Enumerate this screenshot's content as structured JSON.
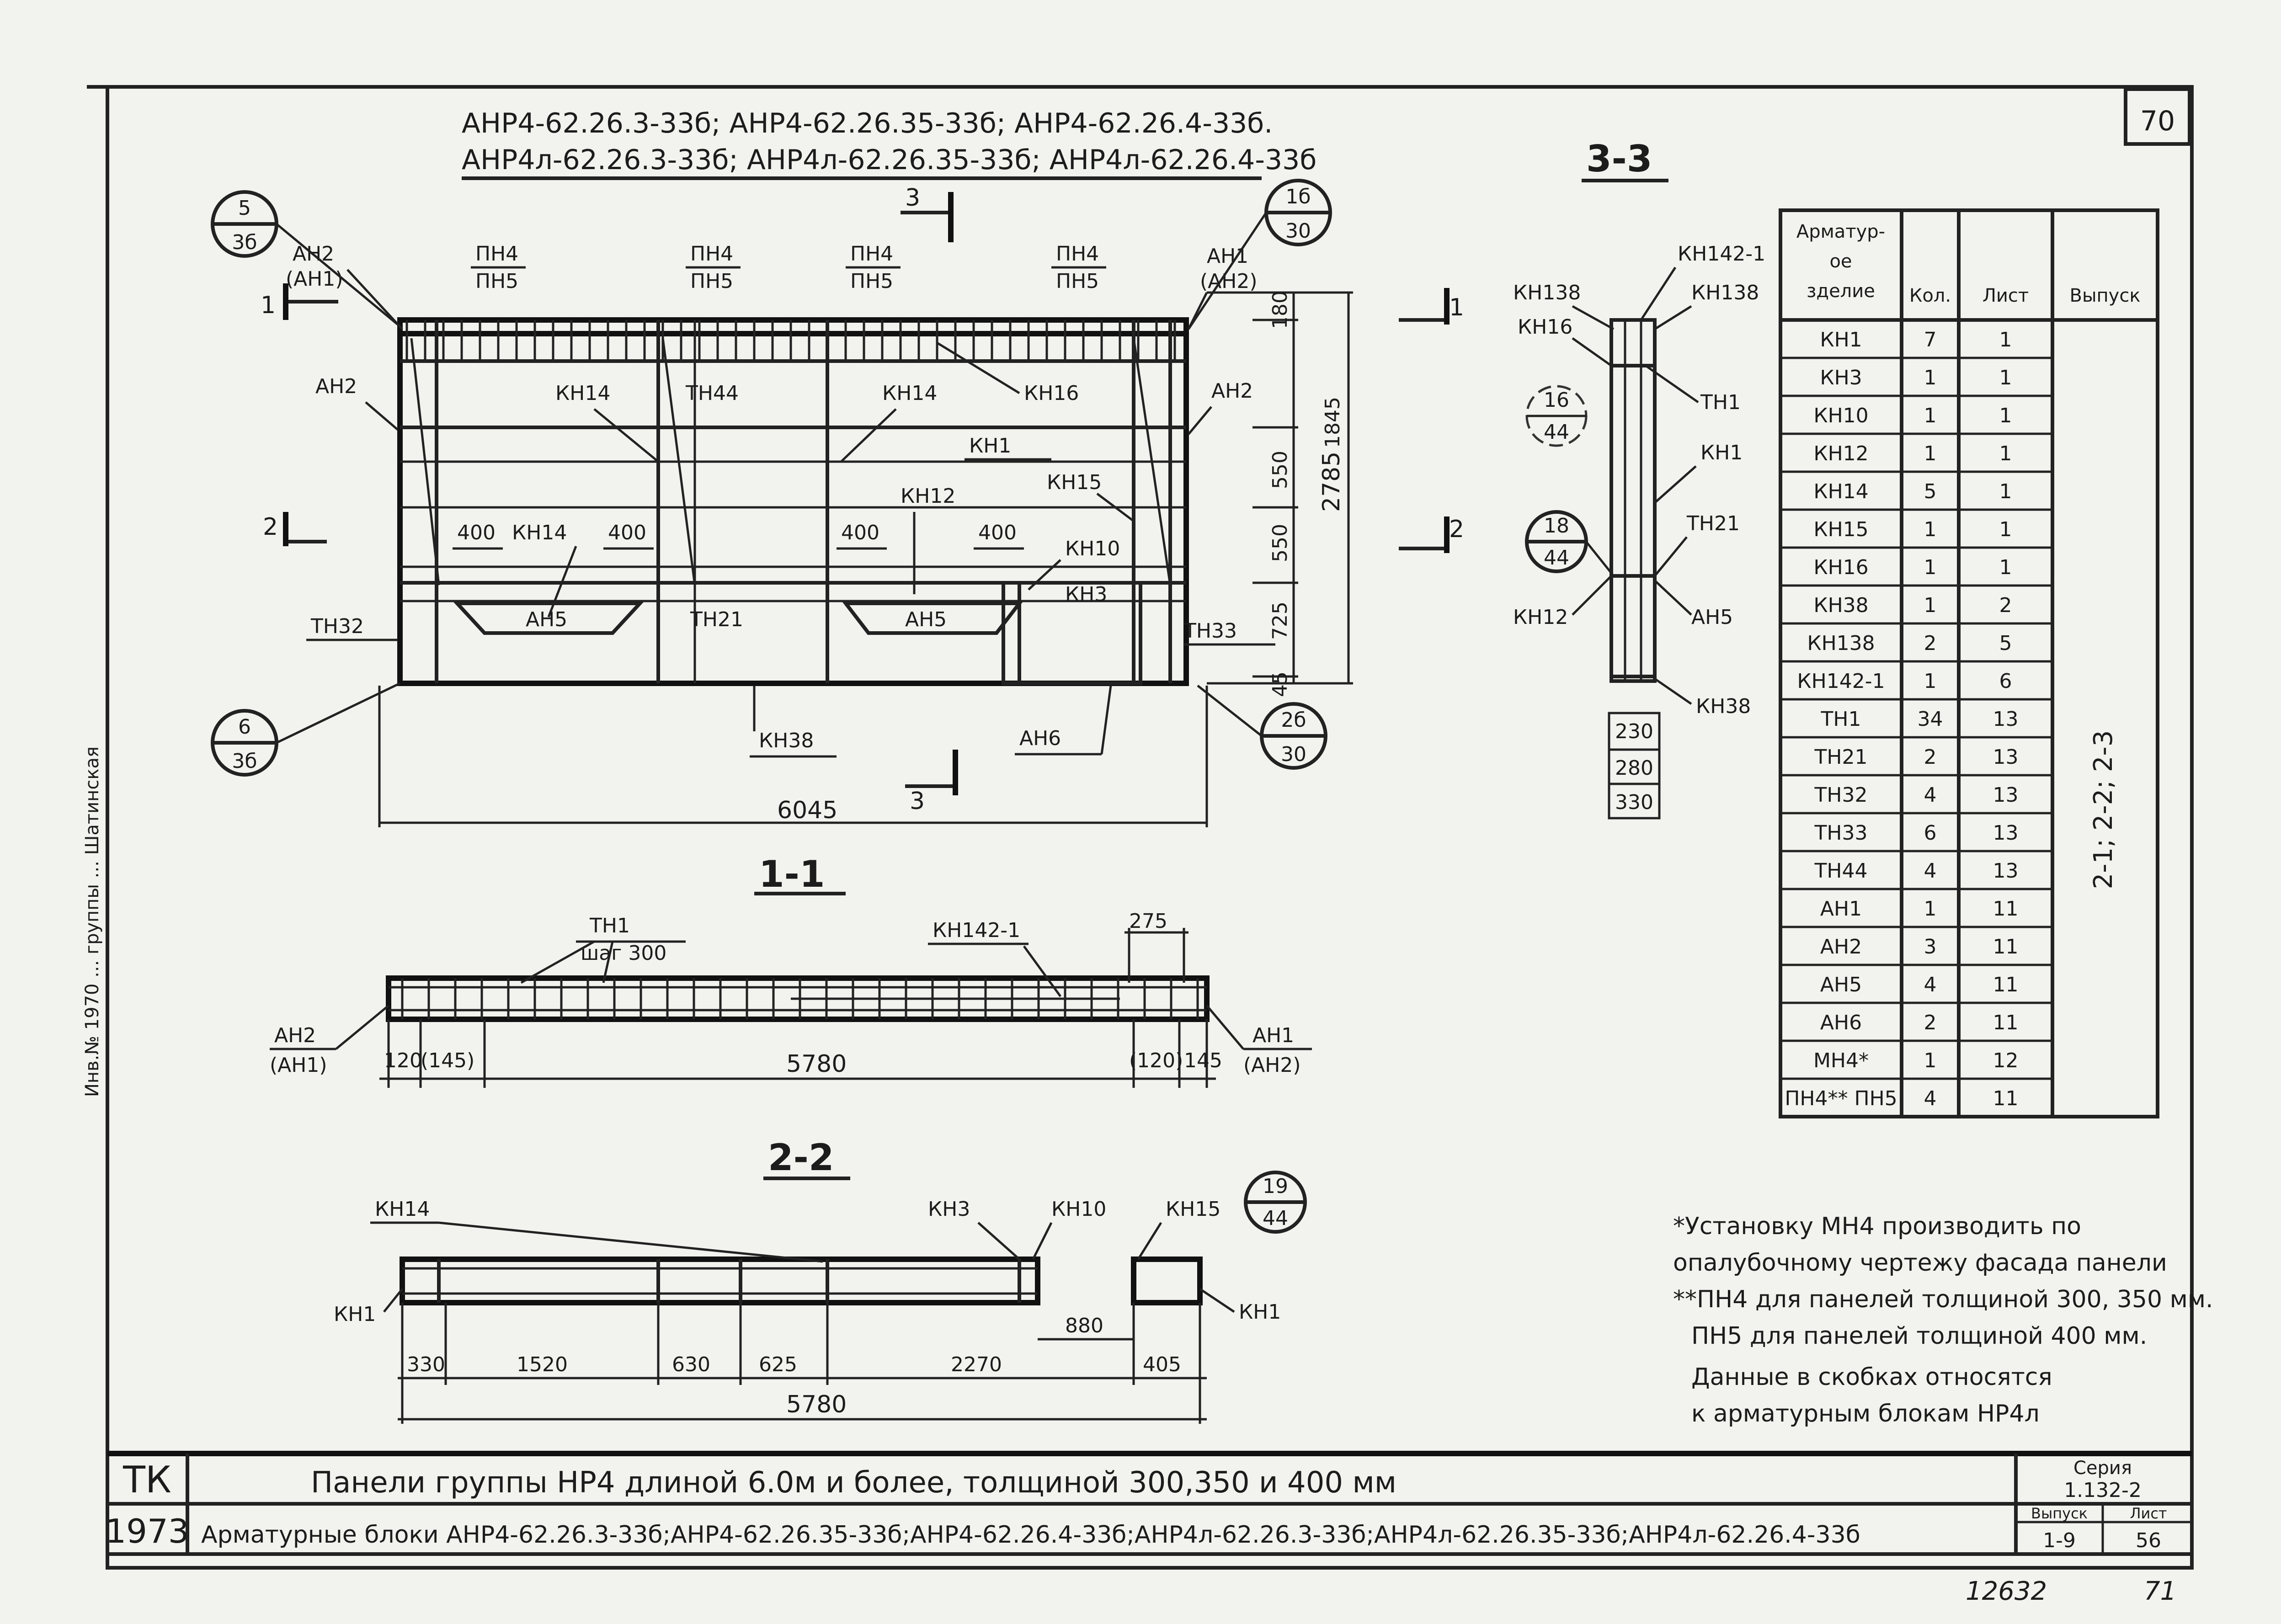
{
  "sheet_number": "70",
  "header": {
    "line1": "АНР4-62.26.3-33б;  АНР4-62.26.35-33б;  АНР4-62.26.4-33б.",
    "line2": "АНР4л-62.26.3-33б;  АНР4л-62.26.35-33б;  АНР4л-62.26.4-33б"
  },
  "sections": {
    "s33": "3-3",
    "s11": "1-1",
    "s22": "2-2"
  },
  "section_marks": {
    "m3": "3",
    "m1": "1",
    "m2": "2"
  },
  "callouts": [
    {
      "top": "5",
      "bottom": "3б"
    },
    {
      "top": "1б",
      "bottom": "30"
    },
    {
      "top": "6",
      "bottom": "3б"
    },
    {
      "top": "2б",
      "bottom": "30"
    },
    {
      "top": "16",
      "bottom": "44"
    },
    {
      "top": "18",
      "bottom": "44"
    },
    {
      "top": "19",
      "bottom": "44"
    }
  ],
  "elevation": {
    "labels": {
      "ah2_ah1": "АН2",
      "ah1_paren": "(АН1)",
      "ah1": "АН1",
      "ah2_paren": "(АН2)",
      "pn4": "ПН4",
      "pn5": "ПН5",
      "ah2_b": "АН2",
      "kn14": "КН14",
      "tn44": "ТН44",
      "kn16": "КН16",
      "kn1": "КН1",
      "kn15": "КН15",
      "kn12": "КН12",
      "kn10": "КН10",
      "kn3": "КН3",
      "ah5": "АН5",
      "tn21": "ТН21",
      "tn32": "ТН32",
      "tn33": "ТН33",
      "kn38": "КН38",
      "ah6": "АН6",
      "ah2_c": "АН2",
      "d400": "400"
    },
    "dims": {
      "d180": "180",
      "d550a": "550",
      "d550b": "550",
      "d725": "725",
      "d45": "45",
      "d1845": "1845",
      "d2785": "2785",
      "d6045": "6045"
    }
  },
  "section33": {
    "labels": {
      "kn142": "КН142-1",
      "kn138": "КН138",
      "kn138b": "КН138",
      "kn16": "КН16",
      "tn1": "ТН1",
      "kn1": "КН1",
      "tn21": "ТН21",
      "kn12": "КН12",
      "ah5": "АН5",
      "kn38": "КН38"
    },
    "dims": {
      "d230": "230",
      "d280": "280",
      "d330": "330"
    }
  },
  "section11": {
    "labels": {
      "tn1": "ТН1",
      "step": "шаг 300",
      "kn142": "КН142-1",
      "ah2": "АН2",
      "ah1p": "(АН1)",
      "ah1": "АН1",
      "ah2p": "(АН2)"
    },
    "dims": {
      "d275": "275",
      "d120": "120",
      "d145": "(145)",
      "d5780": "5780",
      "d120p": "(120)",
      "d145b": "145"
    }
  },
  "section22": {
    "labels": {
      "kn14": "КН14",
      "kn3": "КН3",
      "kn10": "КН10",
      "kn15": "КН15",
      "kn1a": "КН1",
      "kn1b": "КН1"
    },
    "dims": {
      "d880": "880",
      "d330": "330",
      "d1520": "1520",
      "d630": "630",
      "d625": "625",
      "d2270": "2270",
      "d405": "405",
      "d5780": "5780"
    }
  },
  "spec_table": {
    "headers": [
      "Арматур-ное изделие",
      "Кол.",
      "Лист",
      "Выпуск"
    ],
    "release": "2-1; 2-2; 2-3",
    "rows": [
      [
        "КН1",
        "7",
        "1"
      ],
      [
        "КН3",
        "1",
        "1"
      ],
      [
        "КН10",
        "1",
        "1"
      ],
      [
        "КН12",
        "1",
        "1"
      ],
      [
        "КН14",
        "5",
        "1"
      ],
      [
        "КН15",
        "1",
        "1"
      ],
      [
        "КН16",
        "1",
        "1"
      ],
      [
        "КН38",
        "1",
        "2"
      ],
      [
        "КН138",
        "2",
        "5"
      ],
      [
        "КН142-1",
        "1",
        "6"
      ],
      [
        "ТН1",
        "34",
        "13"
      ],
      [
        "ТН21",
        "2",
        "13"
      ],
      [
        "ТН32",
        "4",
        "13"
      ],
      [
        "ТН33",
        "6",
        "13"
      ],
      [
        "ТН44",
        "4",
        "13"
      ],
      [
        "АН1",
        "1",
        "11"
      ],
      [
        "АН2",
        "3",
        "11"
      ],
      [
        "АН5",
        "4",
        "11"
      ],
      [
        "АН6",
        "2",
        "11"
      ],
      [
        "МН4*",
        "1",
        "12"
      ],
      [
        "ПН4** ПН5",
        "4",
        "11"
      ]
    ]
  },
  "notes": [
    "*Установку МН4 производить по",
    "опалубочному чертежу фасада панели",
    "**ПН4 для панелей толщиной 300, 350 мм.",
    "ПН5 для панелей толщиной 400 мм.",
    "Данные в скобках относятся",
    "к арматурным блокам НР4л"
  ],
  "title_block": {
    "org": "ТК",
    "year": "1973",
    "title1": "Панели группы НР4 длиной 6.0м и более, толщиной 300,350 и 400 мм",
    "title2": "Арматурные блоки АНР4-62.26.3-33б;АНР4-62.26.35-33б;АНР4-62.26.4-33б;АНР4л-62.26.3-33б;АНР4л-62.26.35-33б;АНР4л-62.26.4-33б",
    "series_label": "Серия",
    "series": "1.132-2",
    "issue_label": "Выпуск",
    "issue": "1-9",
    "sheet_label": "Лист",
    "sheet": "56"
  },
  "stamp_vertical": "Инв.№ 1970 ... группы ... Шатинская",
  "footer": {
    "code": "12632",
    "page": "71"
  }
}
